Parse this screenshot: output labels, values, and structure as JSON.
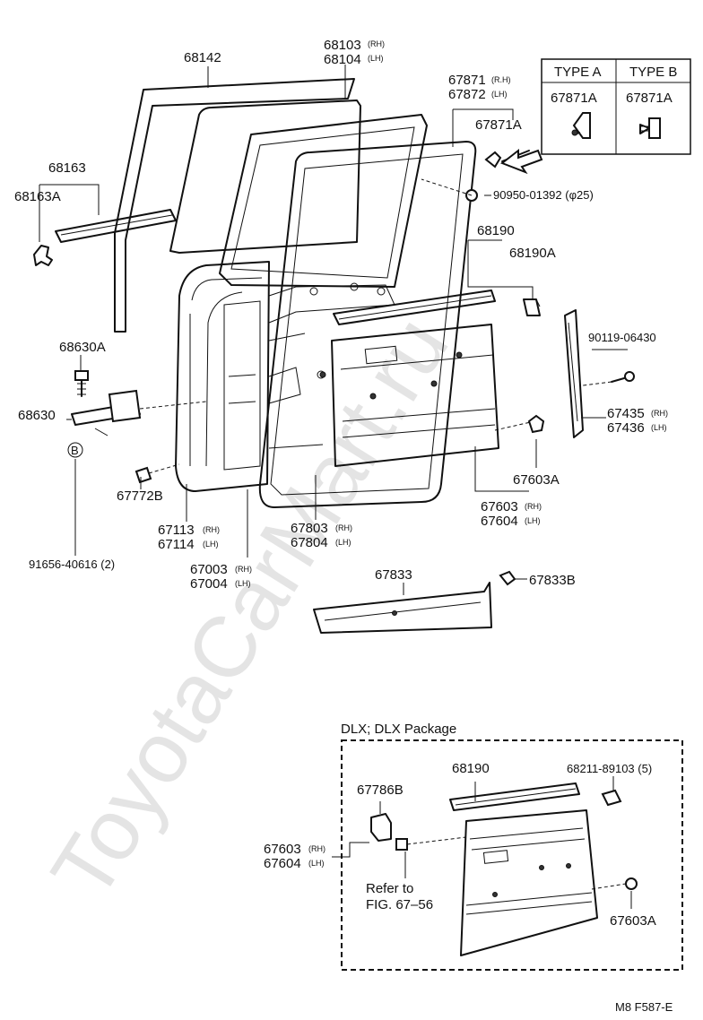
{
  "watermark": "ToyotaCarMart.ru",
  "figure_code": "M8 F587-E",
  "type_table": {
    "type_a": {
      "header": "TYPE A",
      "part": "67871A"
    },
    "type_b": {
      "header": "TYPE B",
      "part": "67871A"
    }
  },
  "labels": {
    "p68142": "68142",
    "p68103": "68103",
    "p68104": "68104",
    "p67871": "67871",
    "p67872": "67872",
    "p67871A": "67871A",
    "p90950": "90950-01392 (φ25)",
    "p68163": "68163",
    "p68163A": "68163A",
    "p68190": "68190",
    "p68190A": "68190A",
    "p90119": "90119-06430",
    "p68630A": "68630A",
    "p68630": "68630",
    "p67435": "67435",
    "p67436": "67436",
    "p67772B": "67772B",
    "p67603A": "67603A",
    "p67603": "67603",
    "p67604": "67604",
    "p67113": "67113",
    "p67114": "67114",
    "p67803": "67803",
    "p67804": "67804",
    "p91656": "91656-40616 (2)",
    "p67003": "67003",
    "p67004": "67004",
    "p67833": "67833",
    "p67833B": "67833B"
  },
  "suffix": {
    "rh": "(RH)",
    "lh": "(LH)",
    "r_h": "(R.H)"
  },
  "marker_b": "B",
  "inset": {
    "title": "DLX; DLX Package",
    "p68190": "68190",
    "p68211": "68211-89103 (5)",
    "p67786B": "67786B",
    "p67603": "67603",
    "p67604": "67604",
    "refer_line1": "Refer to",
    "refer_line2": "FIG. 67–56",
    "p67603A": "67603A"
  }
}
